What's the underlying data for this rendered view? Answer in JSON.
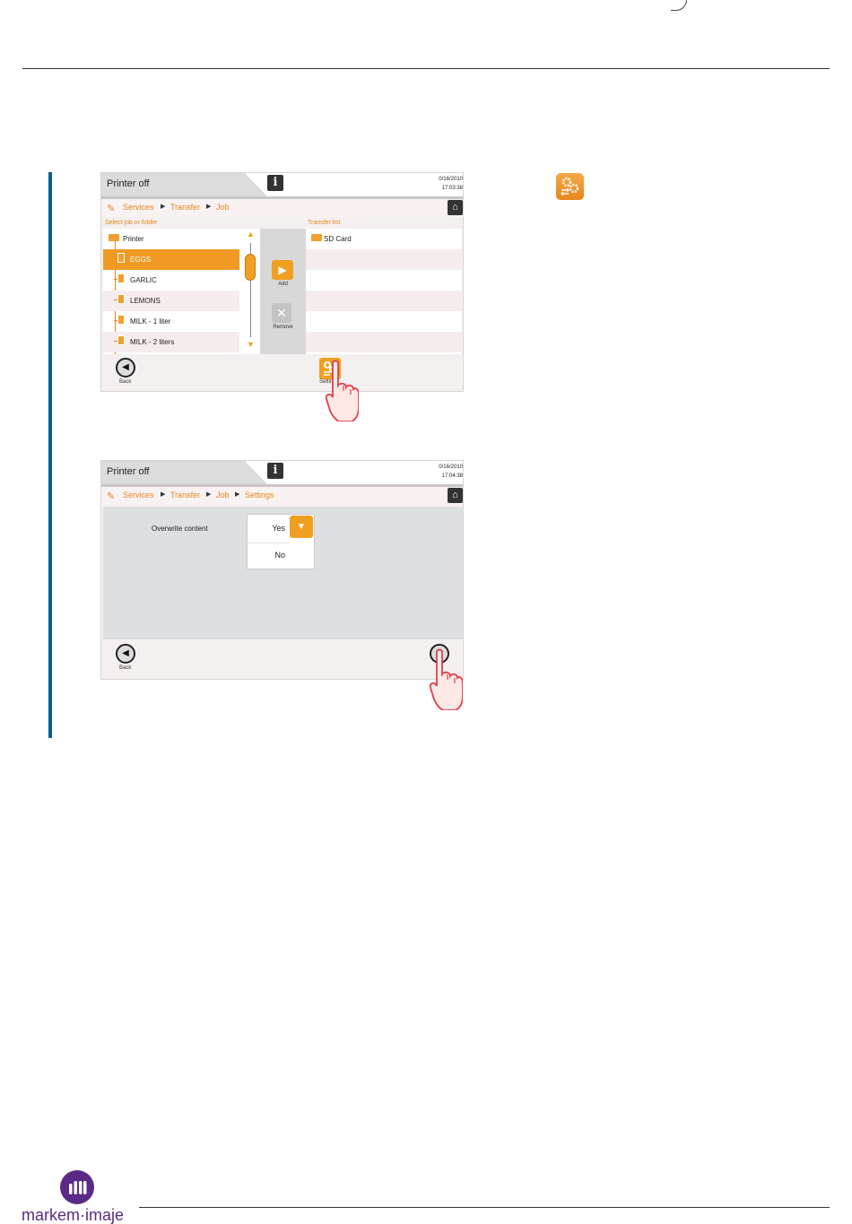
{
  "screen1": {
    "title": "Printer off",
    "date": "0/16/2010",
    "time": "17:03:38",
    "breadcrumb": [
      "Services",
      "Transfer",
      "Job"
    ],
    "left_header": "Select job or folder",
    "right_header": "Transfer list",
    "root": "Printer",
    "jobs": [
      "EGGS",
      "GARLIC",
      "LEMONS",
      "MILK - 1 liter",
      "MILK - 2 liters"
    ],
    "selected_job": "EGGS",
    "transfer_items": [
      "SD Card"
    ],
    "add_label": "Add",
    "remove_label": "Remove",
    "back_label": "Back",
    "settings_label": "Settin"
  },
  "screen2": {
    "title": "Printer off",
    "date": "0/16/2010",
    "time": "17:04:38",
    "breadcrumb": [
      "Services",
      "Transfer",
      "Job",
      "Settings"
    ],
    "field_label": "Overwrite content",
    "options": [
      "Yes",
      "No"
    ],
    "selected": "Yes",
    "back_label": "Back"
  },
  "brand": {
    "logo_text": "markem·imaje"
  },
  "colors": {
    "accent": "#f0a020",
    "left_bar": "#0e5f8e",
    "brand": "#5b2a86"
  },
  "icons": [
    "info-icon",
    "home-icon",
    "wrench-icon",
    "settings-icon",
    "back-icon",
    "check-icon",
    "hand-cursor-icon"
  ]
}
